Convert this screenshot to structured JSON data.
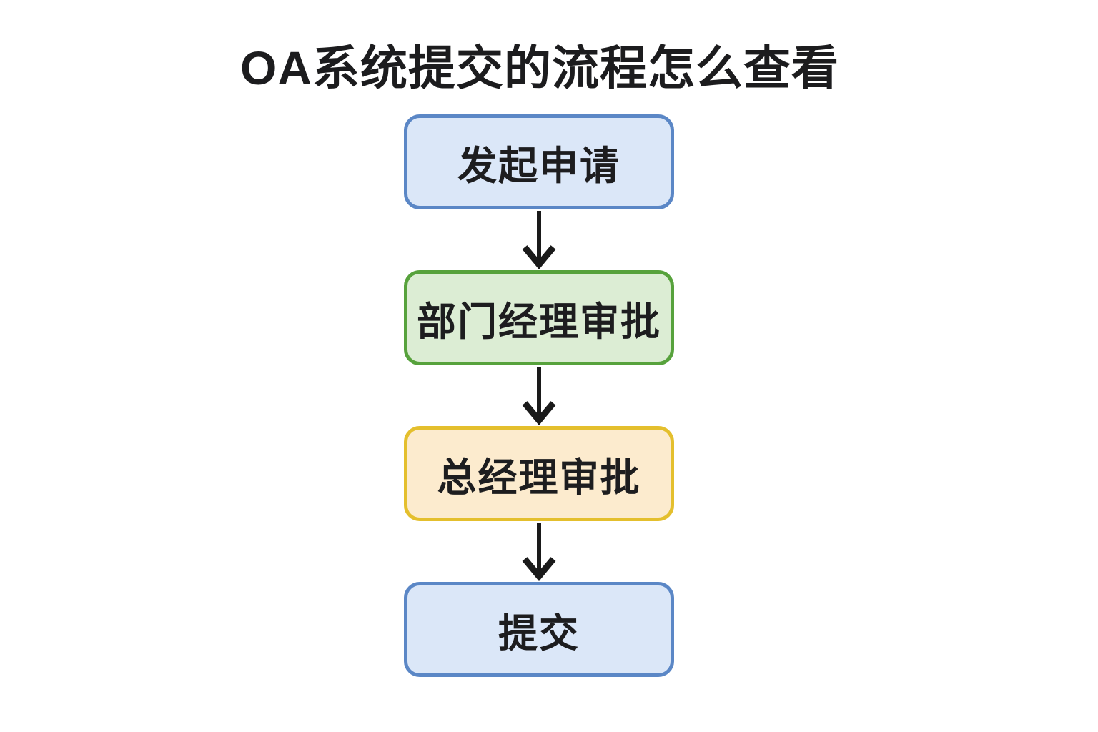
{
  "title": "OA系统提交的流程怎么查看",
  "flow": {
    "steps": [
      {
        "label": "发起申请",
        "fill": "#dbe7f8",
        "border": "#5b87c6"
      },
      {
        "label": "部门经理审批",
        "fill": "#dcedd4",
        "border": "#57a23c"
      },
      {
        "label": "总经理审批",
        "fill": "#fcebce",
        "border": "#e4bf2d"
      },
      {
        "label": "提交",
        "fill": "#dbe7f8",
        "border": "#5b87c6"
      }
    ],
    "connector": {
      "icon": "arrow-down-icon",
      "color": "#1a1a1a"
    }
  }
}
